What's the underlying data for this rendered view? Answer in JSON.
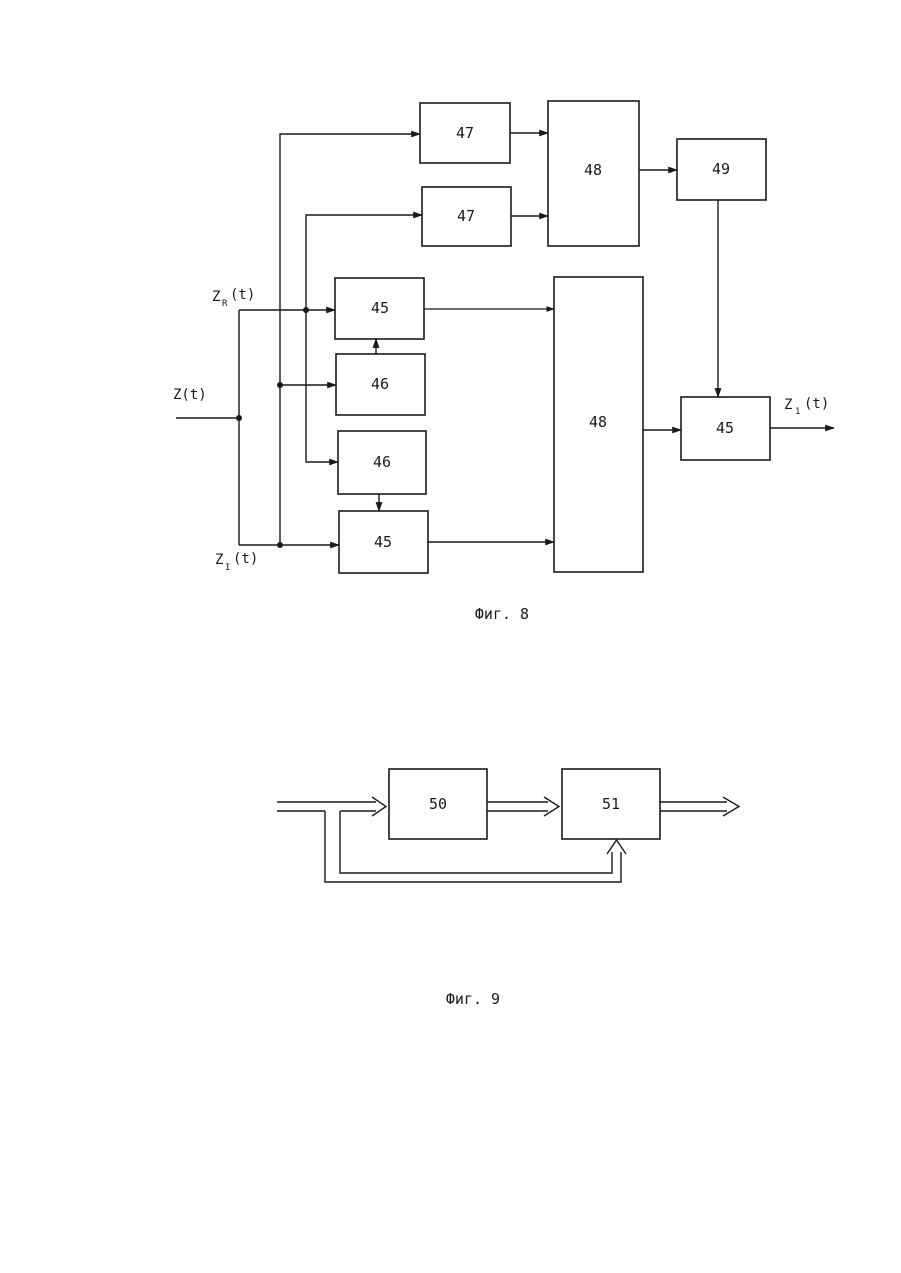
{
  "figure8": {
    "caption": "Фиг. 8",
    "blocks": {
      "b47_top": "47",
      "b47_bottom": "47",
      "b48_top": "48",
      "b49": "49",
      "b45_a": "45",
      "b46_a": "46",
      "b46_b": "46",
      "b45_b": "45",
      "b48_bottom": "48",
      "b45_out": "45"
    },
    "signals": {
      "input": "Z(t)",
      "real_main": "Z",
      "real_sub": "R",
      "real_tail": "(t)",
      "imag_main": "Z",
      "imag_sub": "I",
      "imag_tail": "(t)",
      "output_main": "Z",
      "output_sub": "1",
      "output_tail": "(t)"
    }
  },
  "figure9": {
    "caption": "Фиг. 9",
    "blocks": {
      "b50": "50",
      "b51": "51"
    }
  }
}
